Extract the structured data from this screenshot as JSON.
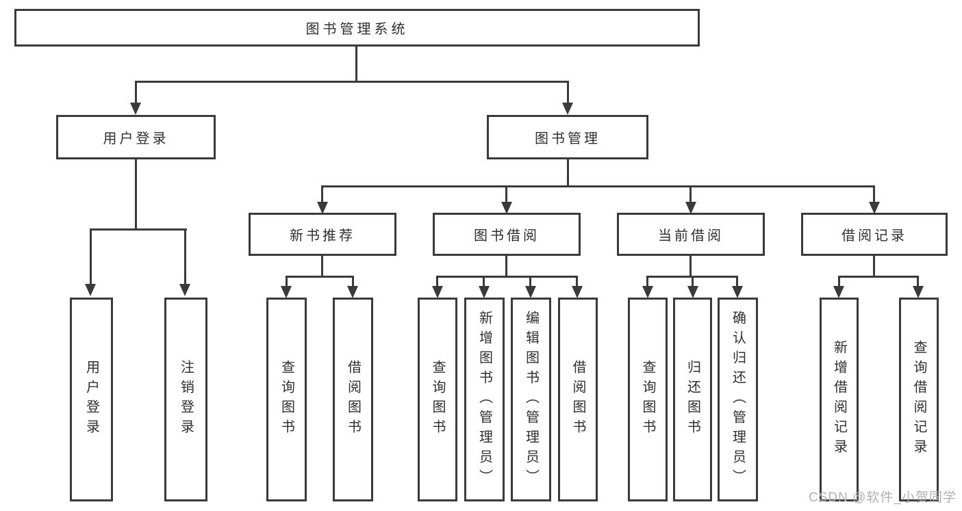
{
  "tree": {
    "root": "图书管理系统",
    "user_login": {
      "label": "用户登录",
      "children": [
        "用户登录",
        "注销登录"
      ]
    },
    "book_management": {
      "label": "图书管理",
      "sections": [
        {
          "label": "新书推荐",
          "children": [
            "查询图书",
            "借阅图书"
          ]
        },
        {
          "label": "图书借阅",
          "children": [
            "查询图书",
            "新增图书（管理员）",
            "编辑图书（管理员）",
            "借阅图书"
          ]
        },
        {
          "label": "当前借阅",
          "children": [
            "查询图书",
            "归还图书",
            "确认归还（管理员）"
          ]
        },
        {
          "label": "借阅记录",
          "children": [
            "新增借阅记录",
            "查询借阅记录"
          ]
        }
      ]
    }
  },
  "watermark": "CSDN @软件_小贺同学",
  "colors": {
    "line": "#3a3a3a",
    "text": "#2f2f2f",
    "background": "#ffffff",
    "watermark": "#b0b0b0"
  }
}
